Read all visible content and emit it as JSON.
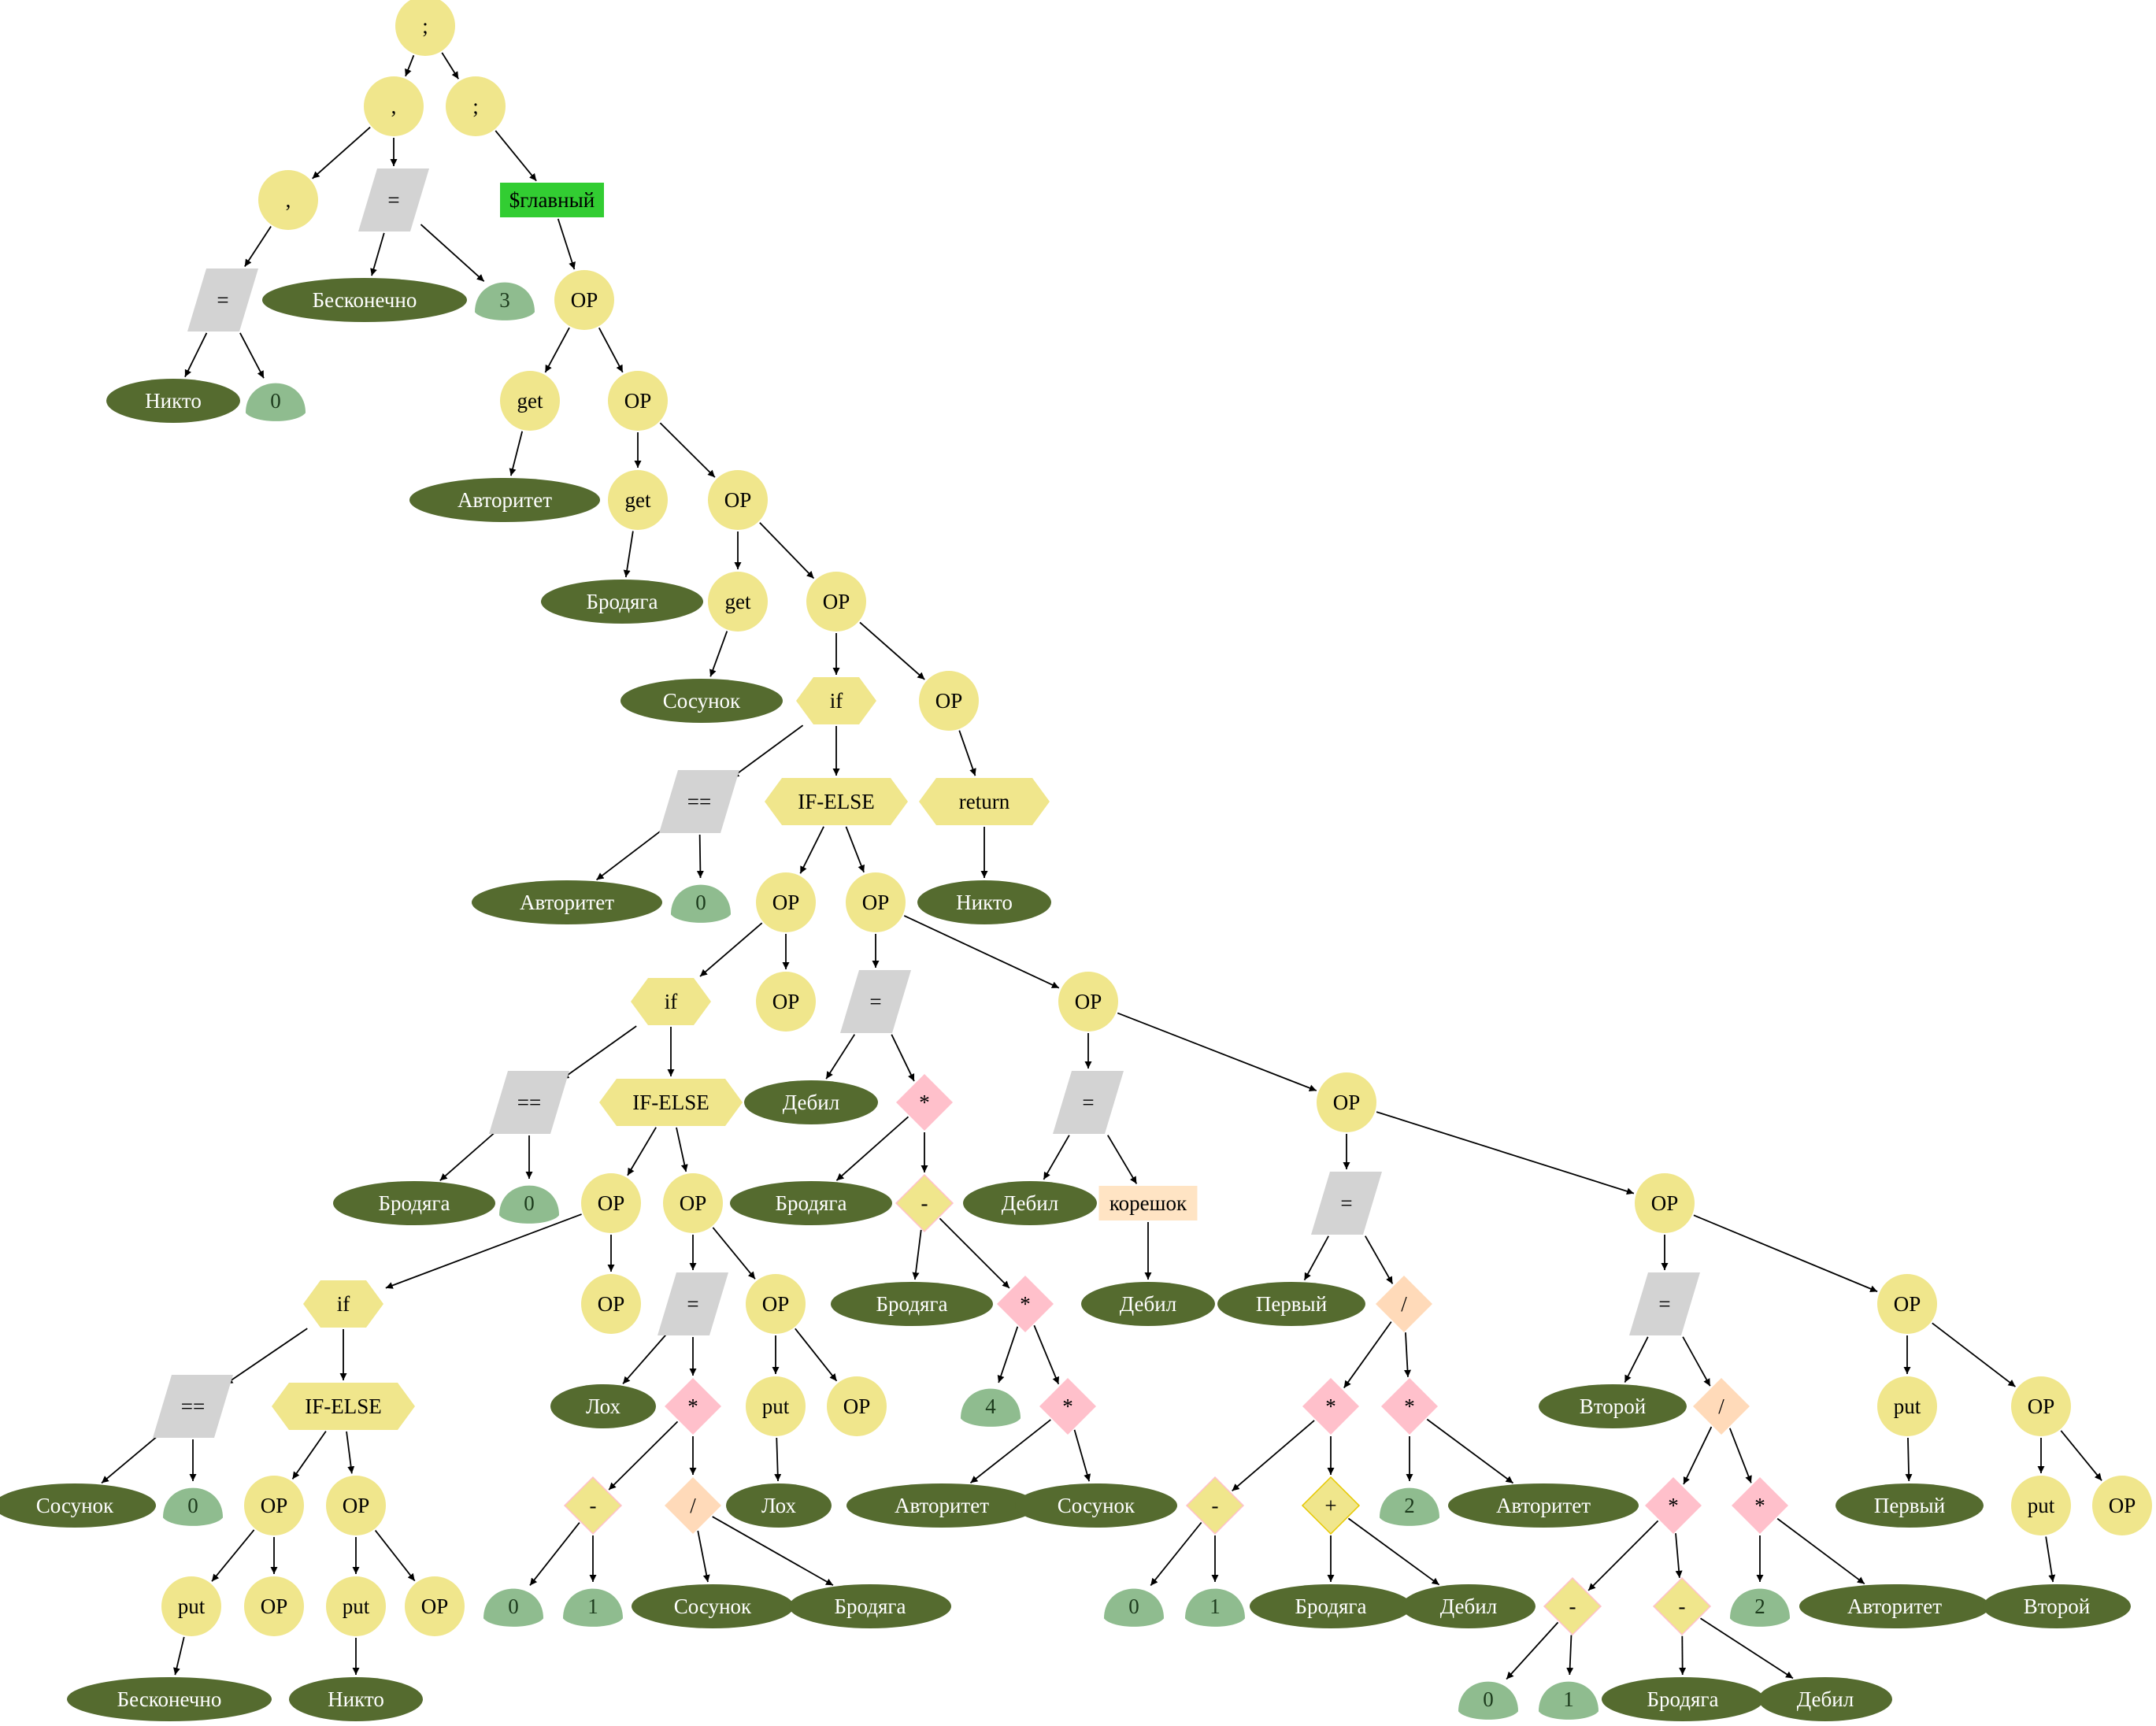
{
  "colors": {
    "op": "#f0e68c",
    "assign": "#d3d3d3",
    "identifier": "#556b2f",
    "number": "#8fbc8f",
    "main": "#32cd32",
    "mul": "#ffc0cb",
    "div": "#ffdab9",
    "root": "#ffe4c4"
  },
  "tree": {
    "nodes": [
      {
        "id": "n1",
        "label": ";",
        "type": "op"
      },
      {
        "id": "n2",
        "label": ",",
        "type": "op"
      },
      {
        "id": "n3",
        "label": ";",
        "type": "op"
      },
      {
        "id": "n4",
        "label": ",",
        "type": "op"
      },
      {
        "id": "n5",
        "label": "=",
        "type": "assign"
      },
      {
        "id": "n6",
        "label": "$главный",
        "type": "main"
      },
      {
        "id": "n7",
        "label": "=",
        "type": "assign"
      },
      {
        "id": "n8",
        "label": "Бесконечно",
        "type": "identifier"
      },
      {
        "id": "n9",
        "label": "3",
        "type": "number"
      },
      {
        "id": "n10",
        "label": "OP",
        "type": "op"
      },
      {
        "id": "n11",
        "label": "Никто",
        "type": "identifier"
      },
      {
        "id": "n12",
        "label": "0",
        "type": "number"
      },
      {
        "id": "n13",
        "label": "get",
        "type": "op"
      },
      {
        "id": "n14",
        "label": "OP",
        "type": "op"
      },
      {
        "id": "n15",
        "label": "Авторитет",
        "type": "identifier"
      },
      {
        "id": "n16",
        "label": "get",
        "type": "op"
      },
      {
        "id": "n17",
        "label": "OP",
        "type": "op"
      },
      {
        "id": "n18",
        "label": "Бродяга",
        "type": "identifier"
      },
      {
        "id": "n19",
        "label": "get",
        "type": "op"
      },
      {
        "id": "n20",
        "label": "OP",
        "type": "op"
      },
      {
        "id": "n21",
        "label": "Сосунок",
        "type": "identifier"
      },
      {
        "id": "n22",
        "label": "if",
        "type": "keyword"
      },
      {
        "id": "n23",
        "label": "OP",
        "type": "op"
      },
      {
        "id": "n24",
        "label": "==",
        "type": "assign"
      },
      {
        "id": "n25",
        "label": "IF-ELSE",
        "type": "keyword"
      },
      {
        "id": "n26",
        "label": "return",
        "type": "keyword"
      },
      {
        "id": "n27",
        "label": "Авторитет",
        "type": "identifier"
      },
      {
        "id": "n28",
        "label": "0",
        "type": "number"
      },
      {
        "id": "n29",
        "label": "OP",
        "type": "op"
      },
      {
        "id": "n30",
        "label": "OP",
        "type": "op"
      },
      {
        "id": "n31",
        "label": "Никто",
        "type": "identifier"
      },
      {
        "id": "n32",
        "label": "if",
        "type": "keyword"
      },
      {
        "id": "n33",
        "label": "OP",
        "type": "op"
      },
      {
        "id": "n34",
        "label": "=",
        "type": "assign"
      },
      {
        "id": "n35",
        "label": "OP",
        "type": "op"
      },
      {
        "id": "n36",
        "label": "==",
        "type": "assign"
      },
      {
        "id": "n37",
        "label": "IF-ELSE",
        "type": "keyword"
      },
      {
        "id": "n38",
        "label": "Дебил",
        "type": "identifier"
      },
      {
        "id": "n39",
        "label": "*",
        "type": "mul"
      },
      {
        "id": "n40",
        "label": "=",
        "type": "assign"
      },
      {
        "id": "n41",
        "label": "OP",
        "type": "op"
      },
      {
        "id": "n42",
        "label": "Бродяга",
        "type": "identifier"
      },
      {
        "id": "n43",
        "label": "0",
        "type": "number"
      },
      {
        "id": "n44",
        "label": "OP",
        "type": "op"
      },
      {
        "id": "n45",
        "label": "OP",
        "type": "op"
      },
      {
        "id": "n46",
        "label": "Бродяга",
        "type": "identifier"
      },
      {
        "id": "n47",
        "label": "-",
        "type": "minus"
      },
      {
        "id": "n48",
        "label": "Дебил",
        "type": "identifier"
      },
      {
        "id": "n49",
        "label": "корешок",
        "type": "root"
      },
      {
        "id": "n50",
        "label": "=",
        "type": "assign"
      },
      {
        "id": "n51",
        "label": "OP",
        "type": "op"
      },
      {
        "id": "n52",
        "label": "if",
        "type": "keyword"
      },
      {
        "id": "n53",
        "label": "OP",
        "type": "op"
      },
      {
        "id": "n54",
        "label": "=",
        "type": "assign"
      },
      {
        "id": "n55",
        "label": "OP",
        "type": "op"
      },
      {
        "id": "n56",
        "label": "Бродяга",
        "type": "identifier"
      },
      {
        "id": "n57",
        "label": "*",
        "type": "mul"
      },
      {
        "id": "n58",
        "label": "Дебил",
        "type": "identifier"
      },
      {
        "id": "n59",
        "label": "Первый",
        "type": "identifier"
      },
      {
        "id": "n60",
        "label": "/",
        "type": "div"
      },
      {
        "id": "n61",
        "label": "=",
        "type": "assign"
      },
      {
        "id": "n62",
        "label": "OP",
        "type": "op"
      },
      {
        "id": "n63",
        "label": "==",
        "type": "assign"
      },
      {
        "id": "n64",
        "label": "IF-ELSE",
        "type": "keyword"
      },
      {
        "id": "n65",
        "label": "Лох",
        "type": "identifier"
      },
      {
        "id": "n66",
        "label": "*",
        "type": "mul"
      },
      {
        "id": "n67",
        "label": "put",
        "type": "op"
      },
      {
        "id": "n68",
        "label": "OP",
        "type": "op"
      },
      {
        "id": "n69",
        "label": "4",
        "type": "number"
      },
      {
        "id": "n70",
        "label": "*",
        "type": "mul"
      },
      {
        "id": "n71",
        "label": "*",
        "type": "mul"
      },
      {
        "id": "n72",
        "label": "*",
        "type": "mul"
      },
      {
        "id": "n73",
        "label": "Второй",
        "type": "identifier"
      },
      {
        "id": "n74",
        "label": "/",
        "type": "div"
      },
      {
        "id": "n75",
        "label": "put",
        "type": "op"
      },
      {
        "id": "n76",
        "label": "OP",
        "type": "op"
      },
      {
        "id": "n77",
        "label": "Сосунок",
        "type": "identifier"
      },
      {
        "id": "n78",
        "label": "0",
        "type": "number"
      },
      {
        "id": "n79",
        "label": "OP",
        "type": "op"
      },
      {
        "id": "n80",
        "label": "OP",
        "type": "op"
      },
      {
        "id": "n81",
        "label": "-",
        "type": "minus"
      },
      {
        "id": "n82",
        "label": "/",
        "type": "div"
      },
      {
        "id": "n83",
        "label": "Лох",
        "type": "identifier"
      },
      {
        "id": "n84",
        "label": "Авторитет",
        "type": "identifier"
      },
      {
        "id": "n85",
        "label": "Сосунок",
        "type": "identifier"
      },
      {
        "id": "n86",
        "label": "-",
        "type": "minus"
      },
      {
        "id": "n87",
        "label": "+",
        "type": "plus"
      },
      {
        "id": "n88",
        "label": "2",
        "type": "number"
      },
      {
        "id": "n89",
        "label": "Авторитет",
        "type": "identifier"
      },
      {
        "id": "n90",
        "label": "*",
        "type": "mul"
      },
      {
        "id": "n91",
        "label": "*",
        "type": "mul"
      },
      {
        "id": "n92",
        "label": "Первый",
        "type": "identifier"
      },
      {
        "id": "n93",
        "label": "put",
        "type": "op"
      },
      {
        "id": "n94",
        "label": "OP",
        "type": "op"
      },
      {
        "id": "n95",
        "label": "put",
        "type": "op"
      },
      {
        "id": "n96",
        "label": "OP",
        "type": "op"
      },
      {
        "id": "n97",
        "label": "put",
        "type": "op"
      },
      {
        "id": "n98",
        "label": "OP",
        "type": "op"
      },
      {
        "id": "n99",
        "label": "0",
        "type": "number"
      },
      {
        "id": "n100",
        "label": "1",
        "type": "number"
      },
      {
        "id": "n101",
        "label": "Сосунок",
        "type": "identifier"
      },
      {
        "id": "n102",
        "label": "Бродяга",
        "type": "identifier"
      },
      {
        "id": "n103",
        "label": "0",
        "type": "number"
      },
      {
        "id": "n104",
        "label": "1",
        "type": "number"
      },
      {
        "id": "n105",
        "label": "Бродяга",
        "type": "identifier"
      },
      {
        "id": "n106",
        "label": "Дебил",
        "type": "identifier"
      },
      {
        "id": "n107",
        "label": "-",
        "type": "minus"
      },
      {
        "id": "n108",
        "label": "-",
        "type": "minus"
      },
      {
        "id": "n109",
        "label": "2",
        "type": "number"
      },
      {
        "id": "n110",
        "label": "Авторитет",
        "type": "identifier"
      },
      {
        "id": "n111",
        "label": "Второй",
        "type": "identifier"
      },
      {
        "id": "n112",
        "label": "Бесконечно",
        "type": "identifier"
      },
      {
        "id": "n113",
        "label": "Никто",
        "type": "identifier"
      },
      {
        "id": "n114",
        "label": "0",
        "type": "number"
      },
      {
        "id": "n115",
        "label": "1",
        "type": "number"
      },
      {
        "id": "n116",
        "label": "Бродяга",
        "type": "identifier"
      },
      {
        "id": "n117",
        "label": "Дебил",
        "type": "identifier"
      }
    ],
    "edges": [
      [
        "n1",
        "n2"
      ],
      [
        "n1",
        "n3"
      ],
      [
        "n2",
        "n4"
      ],
      [
        "n2",
        "n5"
      ],
      [
        "n3",
        "n6"
      ],
      [
        "n4",
        "n7"
      ],
      [
        "n5",
        "n8"
      ],
      [
        "n5",
        "n9"
      ],
      [
        "n6",
        "n10"
      ],
      [
        "n7",
        "n11"
      ],
      [
        "n7",
        "n12"
      ],
      [
        "n10",
        "n13"
      ],
      [
        "n10",
        "n14"
      ],
      [
        "n13",
        "n15"
      ],
      [
        "n14",
        "n16"
      ],
      [
        "n14",
        "n17"
      ],
      [
        "n16",
        "n18"
      ],
      [
        "n17",
        "n19"
      ],
      [
        "n17",
        "n20"
      ],
      [
        "n19",
        "n21"
      ],
      [
        "n20",
        "n22"
      ],
      [
        "n20",
        "n23"
      ],
      [
        "n22",
        "n24"
      ],
      [
        "n22",
        "n25"
      ],
      [
        "n23",
        "n26"
      ],
      [
        "n24",
        "n27"
      ],
      [
        "n24",
        "n28"
      ],
      [
        "n25",
        "n29"
      ],
      [
        "n25",
        "n30"
      ],
      [
        "n26",
        "n31"
      ],
      [
        "n29",
        "n32"
      ],
      [
        "n29",
        "n33"
      ],
      [
        "n30",
        "n34"
      ],
      [
        "n30",
        "n35"
      ],
      [
        "n32",
        "n36"
      ],
      [
        "n32",
        "n37"
      ],
      [
        "n34",
        "n38"
      ],
      [
        "n34",
        "n39"
      ],
      [
        "n35",
        "n40"
      ],
      [
        "n35",
        "n41"
      ],
      [
        "n36",
        "n42"
      ],
      [
        "n36",
        "n43"
      ],
      [
        "n37",
        "n44"
      ],
      [
        "n37",
        "n45"
      ],
      [
        "n39",
        "n46"
      ],
      [
        "n39",
        "n47"
      ],
      [
        "n40",
        "n48"
      ],
      [
        "n40",
        "n49"
      ],
      [
        "n41",
        "n50"
      ],
      [
        "n41",
        "n51"
      ],
      [
        "n44",
        "n52"
      ],
      [
        "n44",
        "n53"
      ],
      [
        "n45",
        "n54"
      ],
      [
        "n45",
        "n55"
      ],
      [
        "n47",
        "n56"
      ],
      [
        "n47",
        "n57"
      ],
      [
        "n49",
        "n58"
      ],
      [
        "n50",
        "n59"
      ],
      [
        "n50",
        "n60"
      ],
      [
        "n51",
        "n61"
      ],
      [
        "n51",
        "n62"
      ],
      [
        "n52",
        "n63"
      ],
      [
        "n52",
        "n64"
      ],
      [
        "n54",
        "n65"
      ],
      [
        "n54",
        "n66"
      ],
      [
        "n55",
        "n67"
      ],
      [
        "n55",
        "n68"
      ],
      [
        "n57",
        "n69"
      ],
      [
        "n57",
        "n70"
      ],
      [
        "n60",
        "n71"
      ],
      [
        "n60",
        "n72"
      ],
      [
        "n61",
        "n73"
      ],
      [
        "n61",
        "n74"
      ],
      [
        "n62",
        "n75"
      ],
      [
        "n62",
        "n76"
      ],
      [
        "n63",
        "n77"
      ],
      [
        "n63",
        "n78"
      ],
      [
        "n64",
        "n79"
      ],
      [
        "n64",
        "n80"
      ],
      [
        "n66",
        "n81"
      ],
      [
        "n66",
        "n82"
      ],
      [
        "n67",
        "n83"
      ],
      [
        "n70",
        "n84"
      ],
      [
        "n70",
        "n85"
      ],
      [
        "n71",
        "n86"
      ],
      [
        "n71",
        "n87"
      ],
      [
        "n72",
        "n88"
      ],
      [
        "n72",
        "n89"
      ],
      [
        "n74",
        "n90"
      ],
      [
        "n74",
        "n91"
      ],
      [
        "n75",
        "n92"
      ],
      [
        "n76",
        "n93"
      ],
      [
        "n76",
        "n94"
      ],
      [
        "n79",
        "n95"
      ],
      [
        "n79",
        "n96"
      ],
      [
        "n80",
        "n97"
      ],
      [
        "n80",
        "n98"
      ],
      [
        "n81",
        "n99"
      ],
      [
        "n81",
        "n100"
      ],
      [
        "n82",
        "n101"
      ],
      [
        "n82",
        "n102"
      ],
      [
        "n86",
        "n103"
      ],
      [
        "n86",
        "n104"
      ],
      [
        "n87",
        "n105"
      ],
      [
        "n87",
        "n106"
      ],
      [
        "n90",
        "n107"
      ],
      [
        "n90",
        "n108"
      ],
      [
        "n91",
        "n109"
      ],
      [
        "n91",
        "n110"
      ],
      [
        "n93",
        "n111"
      ],
      [
        "n95",
        "n112"
      ],
      [
        "n97",
        "n113"
      ],
      [
        "n107",
        "n114"
      ],
      [
        "n107",
        "n115"
      ],
      [
        "n108",
        "n116"
      ],
      [
        "n108",
        "n117"
      ]
    ]
  }
}
